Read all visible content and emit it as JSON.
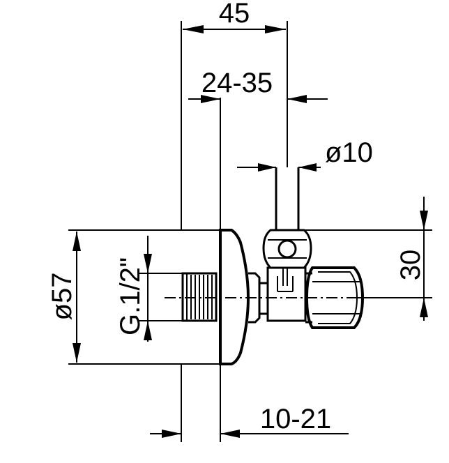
{
  "dimensions": {
    "overall_width": "45",
    "adjust_range": "24-35",
    "outlet_diameter": "ø10",
    "outlet_height": "30",
    "rosette_diameter": "ø57",
    "thread": "G.1/2\"",
    "depth_range": "10-21"
  },
  "colors": {
    "line": "#000000",
    "background": "#ffffff"
  }
}
